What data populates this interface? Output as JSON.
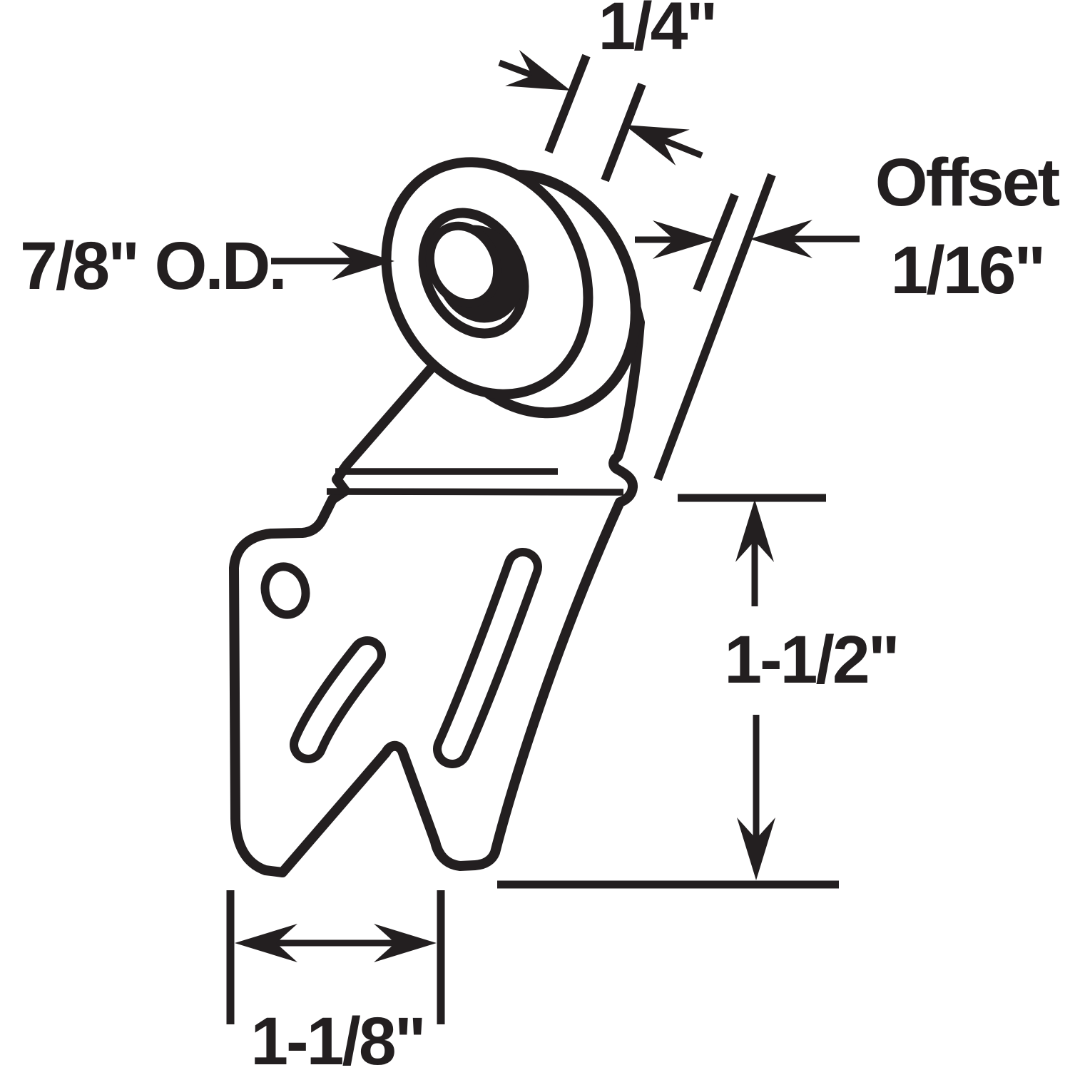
{
  "diagram": {
    "background_color": "#ffffff",
    "ink_color": "#231f20",
    "labels": {
      "shaft_width": "1/4\"",
      "offset_title": "Offset",
      "offset_value": "1/16\"",
      "outer_diameter": "7/8\" O.D.",
      "bracket_height": "1-1/2\"",
      "base_width": "1-1/8\""
    }
  }
}
